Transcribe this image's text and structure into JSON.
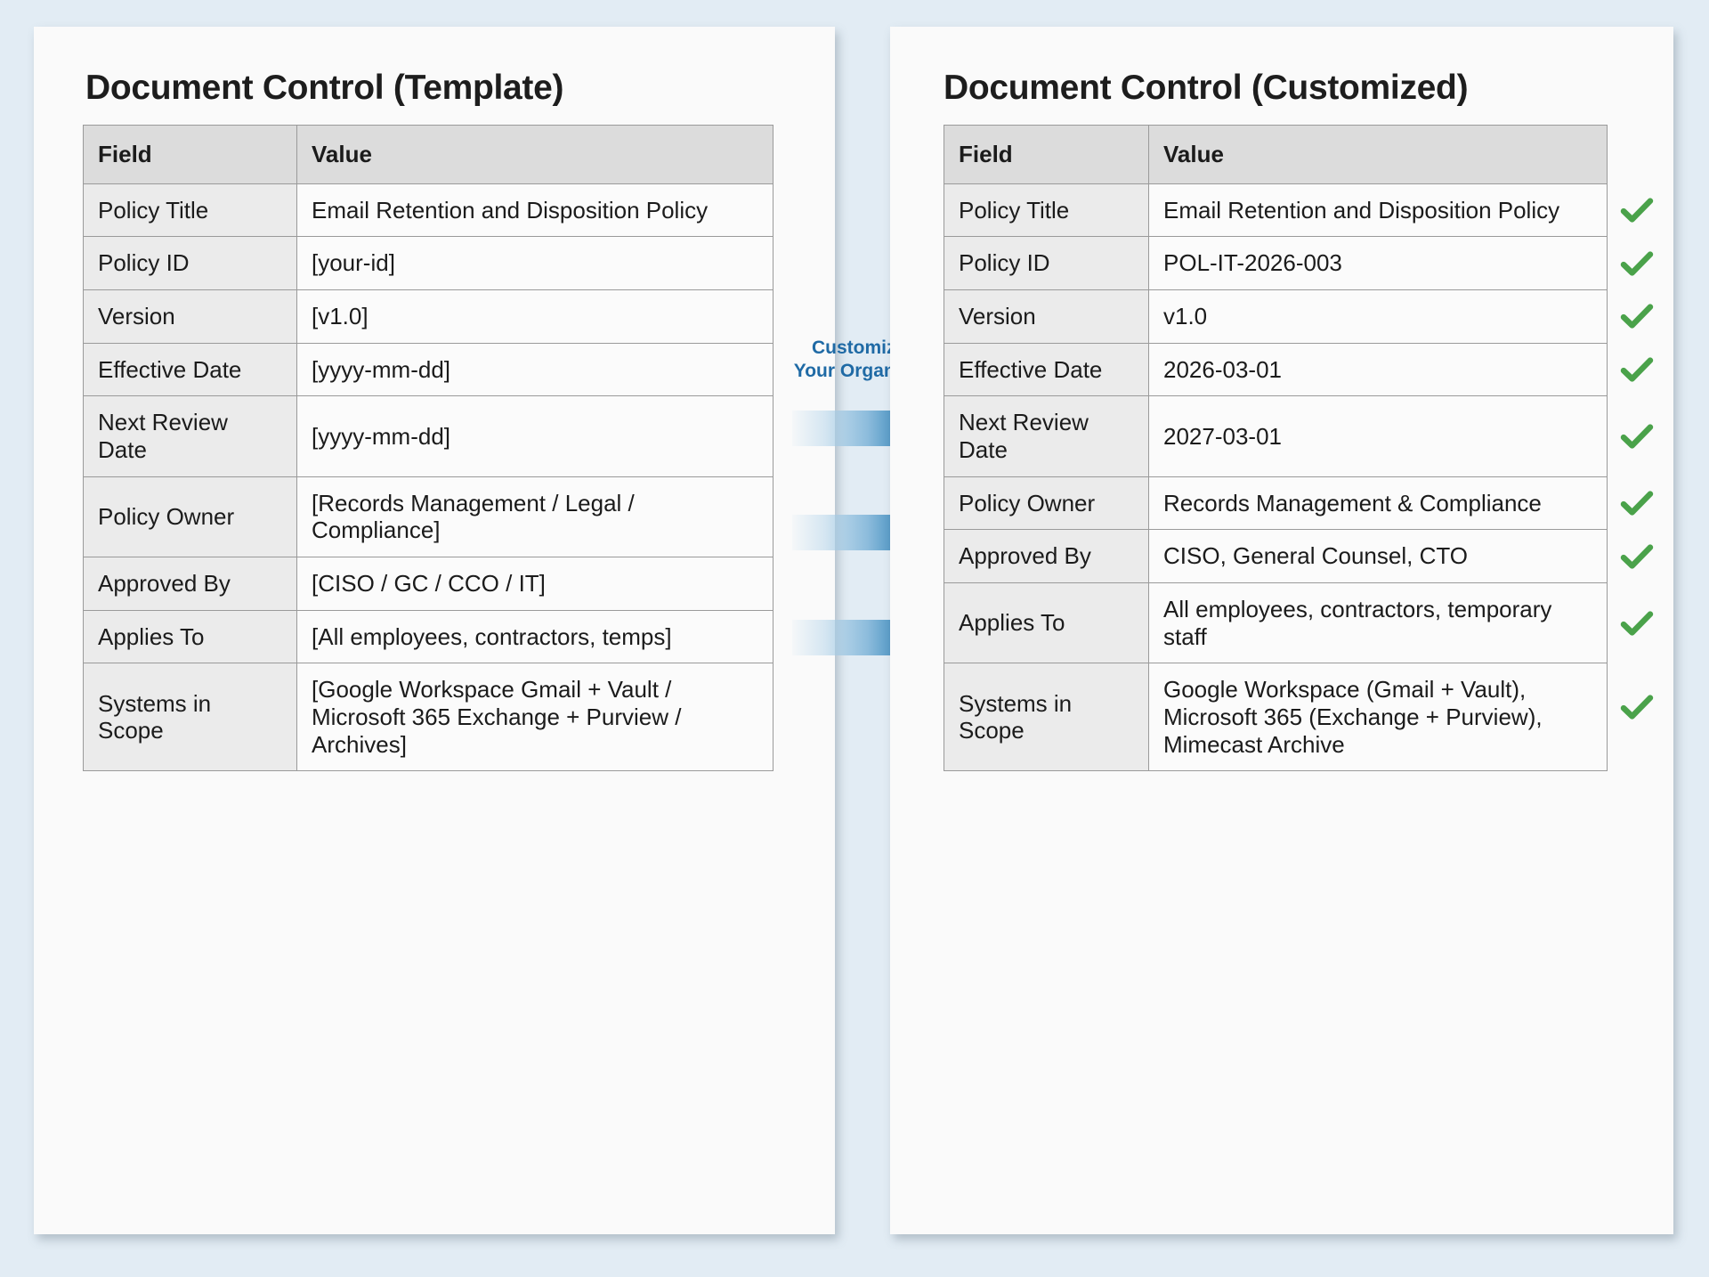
{
  "background_color": "#e2ecf4",
  "placeholder_color": "#b5701c",
  "check_color": "#4aa24a",
  "accent_blue": "#3183b8",
  "connector": {
    "label_line1": "Customize for",
    "label_line2": "Your Organization",
    "arrow_count": 3
  },
  "left_panel": {
    "title": "Document Control (Template)",
    "columns": [
      "Field",
      "Value"
    ],
    "rows": [
      {
        "field": "Policy Title",
        "value": "Email Retention and Disposition Policy",
        "placeholder": false
      },
      {
        "field": "Policy ID",
        "value": "[your-id]",
        "placeholder": true
      },
      {
        "field": "Version",
        "value": "[v1.0]",
        "placeholder": true
      },
      {
        "field": "Effective Date",
        "value": "[yyyy-mm-dd]",
        "placeholder": true
      },
      {
        "field": "Next Review Date",
        "value": "[yyyy-mm-dd]",
        "placeholder": true
      },
      {
        "field": "Policy Owner",
        "value": "[Records Management / Legal / Compliance]",
        "placeholder": true
      },
      {
        "field": "Approved By",
        "value": "[CISO / GC / CCO / IT]",
        "placeholder": true
      },
      {
        "field": "Applies To",
        "value": "[All employees, contractors, temps]",
        "placeholder": true
      },
      {
        "field": "Systems in Scope",
        "value": "[Google Workspace Gmail + Vault / Microsoft 365 Exchange + Purview / Archives]",
        "placeholder": true
      }
    ]
  },
  "right_panel": {
    "title": "Document Control (Customized)",
    "columns": [
      "Field",
      "Value"
    ],
    "check_icon": "check-icon",
    "rows": [
      {
        "field": "Policy Title",
        "value": "Email Retention and Disposition Policy",
        "checked": true
      },
      {
        "field": "Policy ID",
        "value": "POL-IT-2026-003",
        "checked": true
      },
      {
        "field": "Version",
        "value": "v1.0",
        "checked": true
      },
      {
        "field": "Effective Date",
        "value": "2026-03-01",
        "checked": true
      },
      {
        "field": "Next Review Date",
        "value": "2027-03-01",
        "checked": true
      },
      {
        "field": "Policy Owner",
        "value": "Records Management & Compliance",
        "checked": true
      },
      {
        "field": "Approved By",
        "value": "CISO, General Counsel, CTO",
        "checked": true
      },
      {
        "field": "Applies To",
        "value": "All employees, contractors, temporary staff",
        "checked": true
      },
      {
        "field": "Systems in Scope",
        "value": "Google Workspace (Gmail + Vault), Microsoft 365 (Exchange + Purview), Mimecast Archive",
        "checked": true
      }
    ]
  }
}
